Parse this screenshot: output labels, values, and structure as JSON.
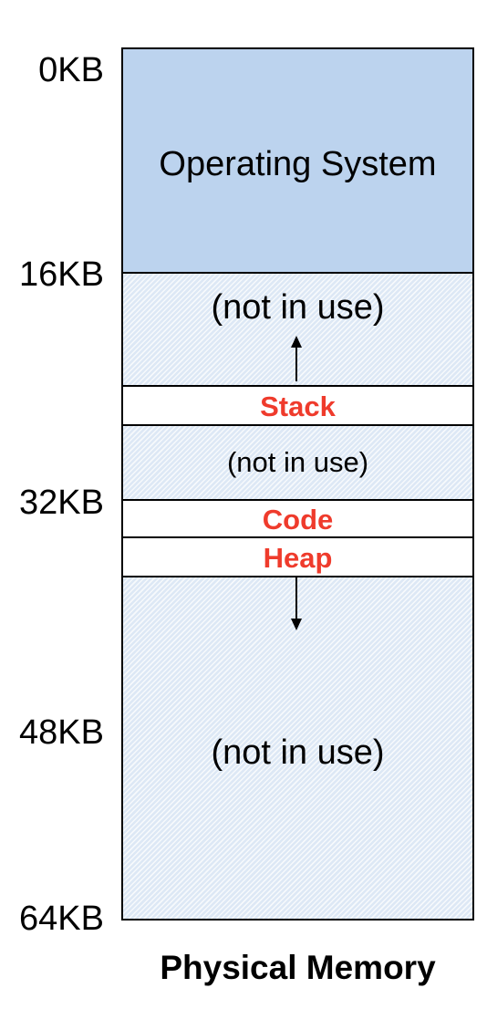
{
  "addresses": [
    "0KB",
    "16KB",
    "32KB",
    "48KB",
    "64KB"
  ],
  "segments": {
    "os": "Operating System",
    "free_top": "(not in use)",
    "stack": "Stack",
    "free_mid": "(not in use)",
    "code": "Code",
    "heap": "Heap",
    "free_bottom": "(not in use)"
  },
  "caption": "Physical Memory",
  "colors": {
    "os_fill": "#bcd3ee",
    "free_fill": "#dde8f5",
    "segment_label": "#ef3b2c"
  }
}
